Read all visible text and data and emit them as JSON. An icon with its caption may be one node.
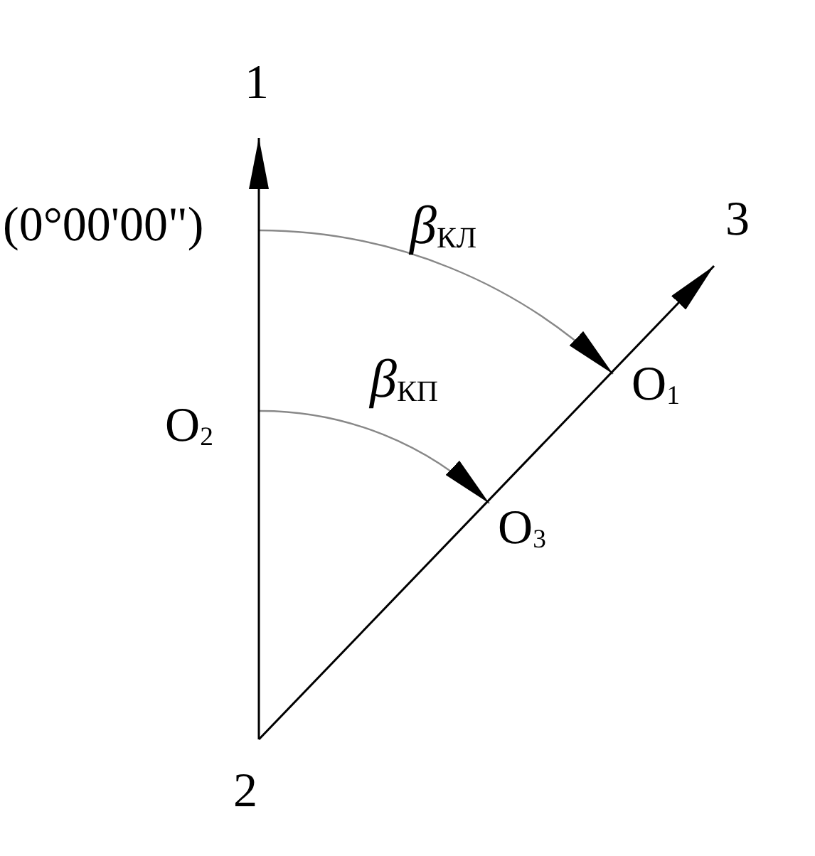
{
  "diagram": {
    "nodes": [
      {
        "text": [
          "1"
        ]
      },
      {
        "text": [
          "2"
        ]
      },
      {
        "text": [
          "3"
        ]
      }
    ],
    "edges": [
      {
        "from": 1,
        "to": 0,
        "arrow": "to"
      },
      {
        "from": 1,
        "to": 2,
        "arrow": "to"
      }
    ],
    "labels": [
      "(0°00'00\")",
      "β$_{КЛ}$",
      "O$_{1}$",
      "O$_{2}$",
      "β$_{КП}$",
      "O$_{3}$"
    ]
  }
}
